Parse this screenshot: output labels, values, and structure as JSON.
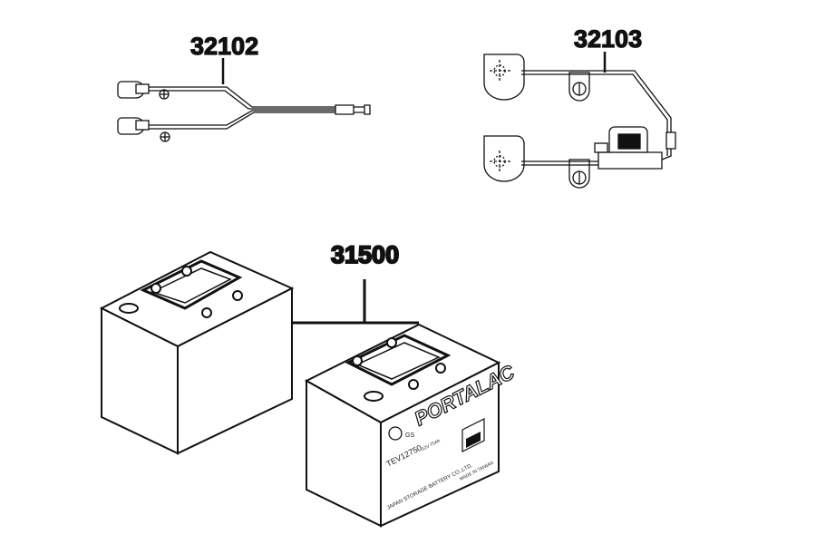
{
  "parts": [
    {
      "number": "32102",
      "description": ""
    },
    {
      "number": "32103",
      "description": ""
    },
    {
      "number": "31500",
      "description": ""
    }
  ],
  "battery_printing": {
    "brand": "PORTALAC",
    "model": "TEV12750",
    "rating": "12V 75Ah",
    "maker": "JAPAN STORAGE BATTERY CO.,LTD.",
    "origin": "MADE IN TAIWAN",
    "logo_text": "GS"
  },
  "colors": {
    "ink": "#111111",
    "paper": "#ffffff"
  }
}
